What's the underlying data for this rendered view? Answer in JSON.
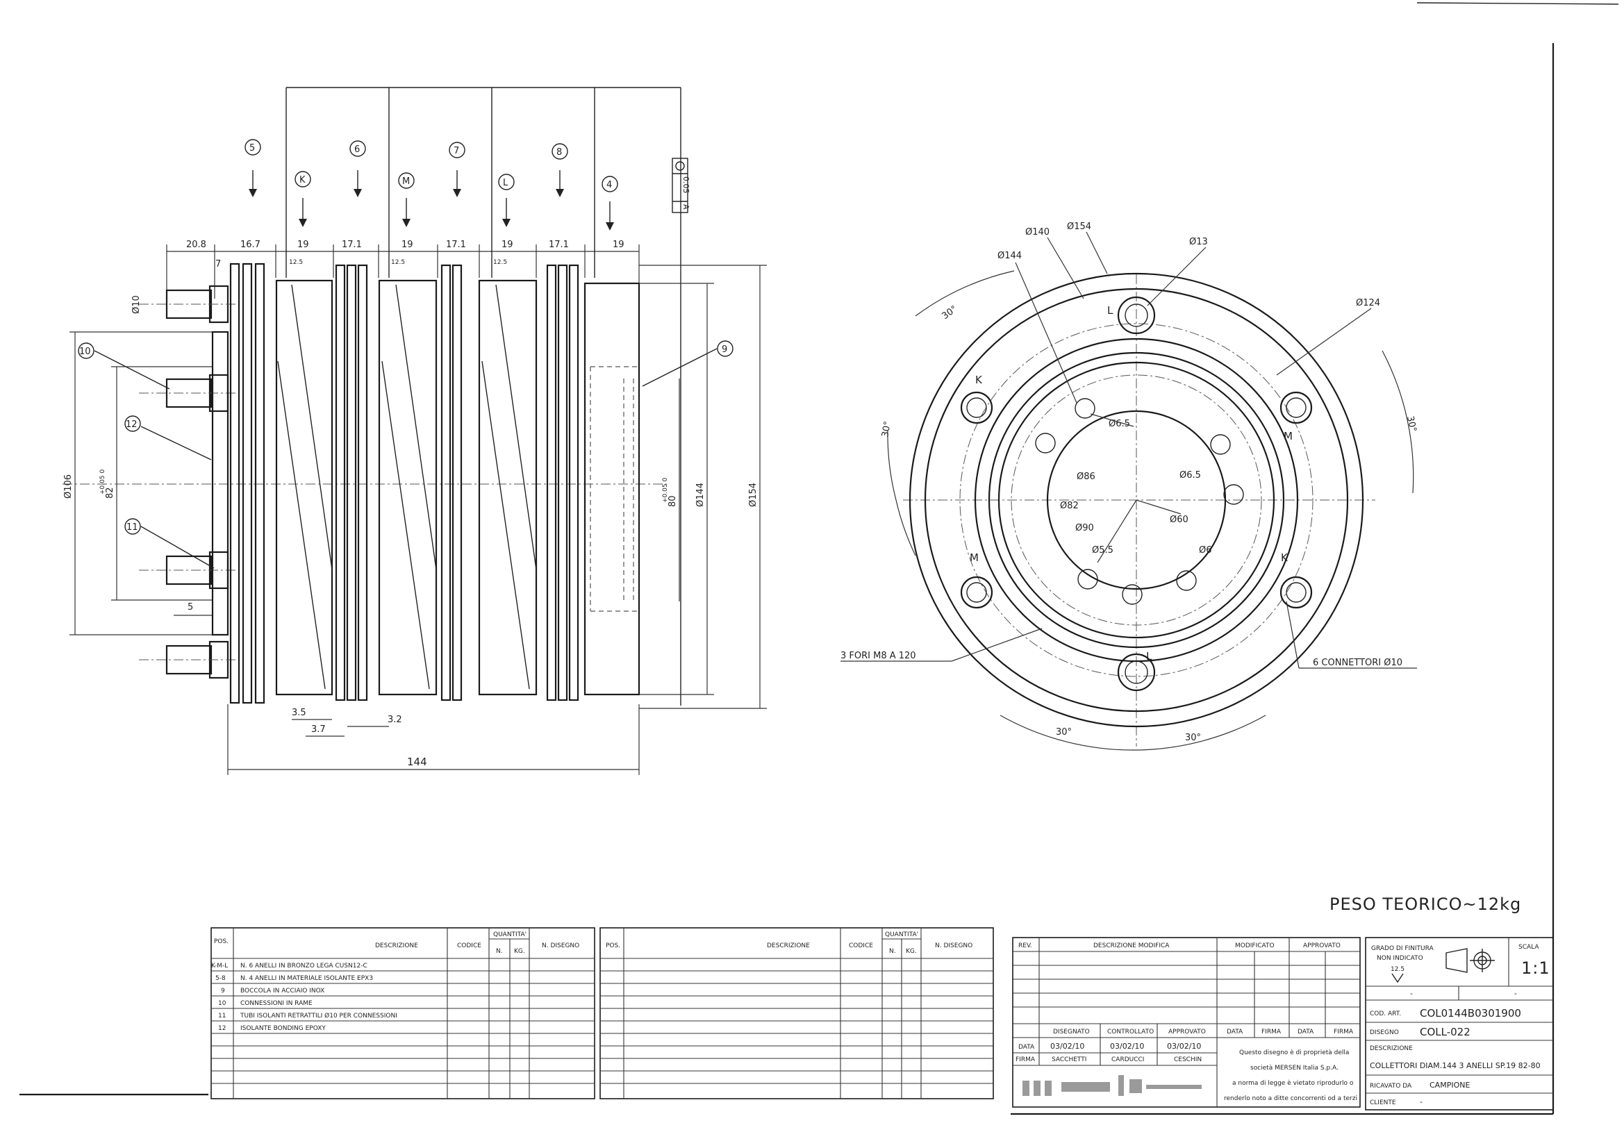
{
  "side_view": {
    "dims_top": [
      "20.8",
      "16.7",
      "19",
      "17.1",
      "19",
      "17.1",
      "19",
      "17.1",
      "19"
    ],
    "dim_7": "7",
    "dim_d10": "Ø10",
    "dim_d106": "Ø106",
    "dim_82": "82",
    "dim_82_tol": "+0.05 0",
    "dim_80": "80",
    "dim_80_tol": "+0.05 0",
    "dim_d144": "Ø144",
    "dim_d154": "Ø154",
    "dim_5": "5",
    "dim_3_5": "3.5",
    "dim_3_7": "3.7",
    "dim_3_2": "3.2",
    "dim_144": "144",
    "roughness": "12.5",
    "tolerance": "0.05",
    "datum": "A",
    "balloons": [
      "5",
      "6",
      "7",
      "8",
      "4",
      "9",
      "10",
      "11",
      "12"
    ],
    "ring_letters": [
      "K",
      "M",
      "L"
    ]
  },
  "front_view": {
    "d140": "Ø140",
    "d154": "Ø154",
    "d144": "Ø144",
    "d13": "Ø13",
    "d124": "Ø124",
    "d6_5a": "Ø6.5",
    "d6_5b": "Ø6.5",
    "d86": "Ø86",
    "d82": "Ø82",
    "d90": "Ø90",
    "d60": "Ø60",
    "d5_5": "Ø5.5",
    "d6": "Ø6",
    "angle": "30°",
    "holes_note": "3 FORI M8 A 120",
    "connectors_note": "6 CONNETTORI Ø10",
    "letters": {
      "l": "L",
      "k": "K",
      "m": "M"
    }
  },
  "weight": "PESO TEORICO~12kg",
  "parts_table": {
    "h_pos": "POS.",
    "h_desc": "DESCRIZIONE",
    "h_code": "CODICE",
    "h_qty": "QUANTITA'",
    "h_n": "N.",
    "h_kg": "KG.",
    "h_drawing": "N. DISEGNO",
    "rows": [
      {
        "pos": "K-M-L",
        "desc": "N. 6 ANELLI IN BRONZO LEGA CUSN12-C"
      },
      {
        "pos": "5-8",
        "desc": "N. 4 ANELLI IN MATERIALE ISOLANTE EPX3"
      },
      {
        "pos": "9",
        "desc": "BOCCOLA IN ACCIAIO INOX"
      },
      {
        "pos": "10",
        "desc": "CONNESSIONI IN RAME"
      },
      {
        "pos": "11",
        "desc": "TUBI ISOLANTI RETRATTILI Ø10 PER CONNESSIONI"
      },
      {
        "pos": "12",
        "desc": "ISOLANTE BONDING EPOXY"
      }
    ]
  },
  "title_block": {
    "rev": "REV.",
    "desc_mod": "DESCRIZIONE MODIFICA",
    "modificato": "MODIFICATO",
    "approvato_h": "APPROVATO",
    "disegnato": "DISEGNATO",
    "controllato": "CONTROLLATO",
    "approvato": "APPROVATO",
    "data_label": "DATA",
    "firma_label": "FIRMA",
    "data_col": "DATA",
    "firma_col": "FIRMA",
    "date1": "03/02/10",
    "date2": "03/02/10",
    "date3": "03/02/10",
    "sig1": "SACCHETTI",
    "sig2": "CARDUCCI",
    "sig3": "CESCHIN",
    "notice": [
      "Questo disegno è di proprietà della",
      "società MERSEN Italia S.p.A.",
      "a norma di legge è vietato riprodurlo o",
      "renderlo noto a ditte concorrenti od a terzi"
    ],
    "grado": "GRADO DI FINITURA",
    "non_indicato": "NON INDICATO",
    "finish": "12.5",
    "scala": "SCALA",
    "scale_val": "1:1",
    "dash1": "-",
    "dash2": "-",
    "cod_art_label": "COD. ART.",
    "cod_art": "COL0144B0301900",
    "disegno_label": "DISEGNO",
    "disegno": "COLL-022",
    "descrizione_label": "DESCRIZIONE",
    "descrizione": "COLLETTORI DIAM.144 3 ANELLI SP.19 82-80",
    "ricavato_label": "RICAVATO DA",
    "ricavato": "CAMPIONE",
    "cliente_label": "CLIENTE",
    "cliente": "-"
  }
}
